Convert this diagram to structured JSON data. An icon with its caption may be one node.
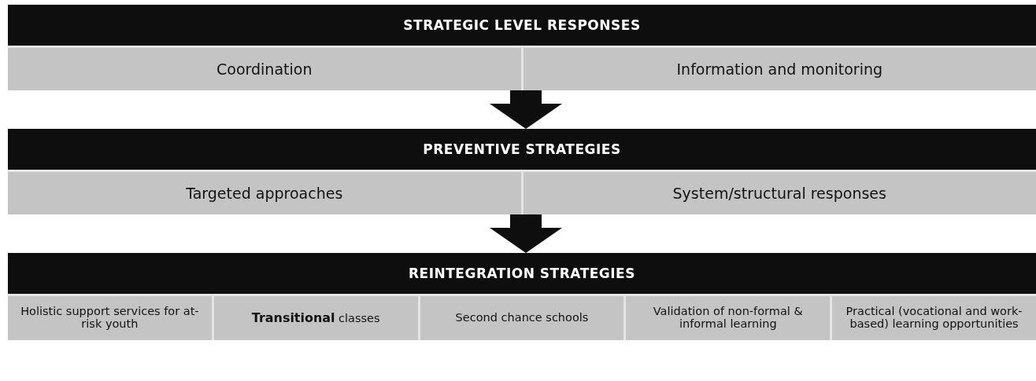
{
  "diagram": {
    "nodes": [
      {
        "text": [
          "STRATEGIC LEVEL RESPONSES"
        ]
      },
      {
        "text": [
          "Coordination"
        ],
        "in": 0
      },
      {
        "text": [
          "Information and monitoring"
        ],
        "in": 0
      },
      {
        "text": [
          "PREVENTIVE STRATEGIES"
        ]
      },
      {
        "text": [
          "Targeted approaches"
        ],
        "in": 3
      },
      {
        "text": [
          "System/structural responses"
        ],
        "in": 3
      },
      {
        "text": [
          "REINTEGRATION STRATEGIES"
        ]
      },
      {
        "text": [
          "Holistic support services for at-risk youth"
        ],
        "in": 6
      },
      {
        "text": [
          "**Transitional** classes"
        ],
        "in": 6
      },
      {
        "text": [
          "Second chance schools"
        ],
        "in": 6
      },
      {
        "text": [
          "Validation of non-formal & informal learning"
        ],
        "in": 6
      },
      {
        "text": [
          "Practical (vocational and work-based) learning opportunities"
        ],
        "in": 6
      }
    ],
    "edges": [
      {
        "from": 0,
        "to": 3,
        "arrow": "to"
      },
      {
        "from": 3,
        "to": 6,
        "arrow": "to"
      }
    ]
  }
}
